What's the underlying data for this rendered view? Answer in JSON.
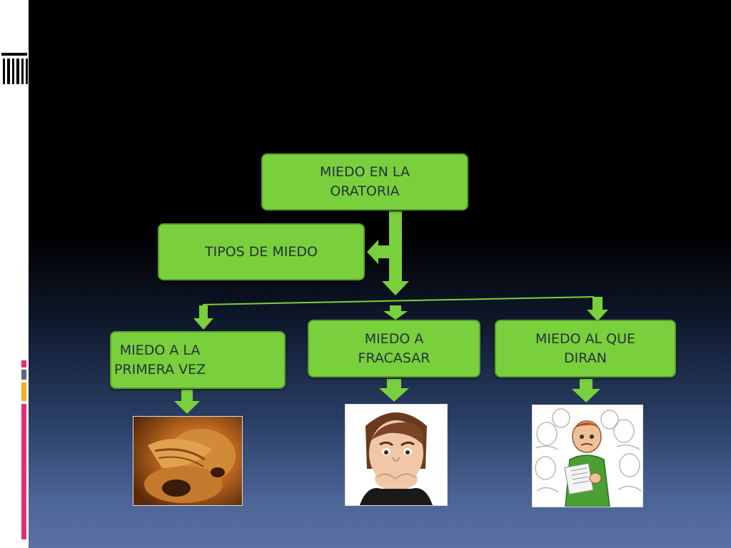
{
  "diagram": {
    "root": {
      "line1": "MIEDO EN LA",
      "line2": "ORATORIA"
    },
    "types": {
      "label": "TIPOS DE MIEDO"
    },
    "children": [
      {
        "line1": "MIEDO A LA",
        "line2": "PRIMERA VEZ",
        "icon": "lion-covering-face-image"
      },
      {
        "line1": "MIEDO A",
        "line2": "FRACASAR",
        "icon": "worried-woman-image"
      },
      {
        "line1": "MIEDO AL QUE",
        "line2": "DIRAN",
        "icon": "nervous-man-crowd-image"
      }
    ]
  },
  "colors": {
    "node_fill": "#7ad03c",
    "node_border": "#5a9e2a",
    "arrow": "#7ad03c",
    "text": "#24323a",
    "accent_pink": "#e0307a",
    "accent_yellow": "#f0b020"
  }
}
